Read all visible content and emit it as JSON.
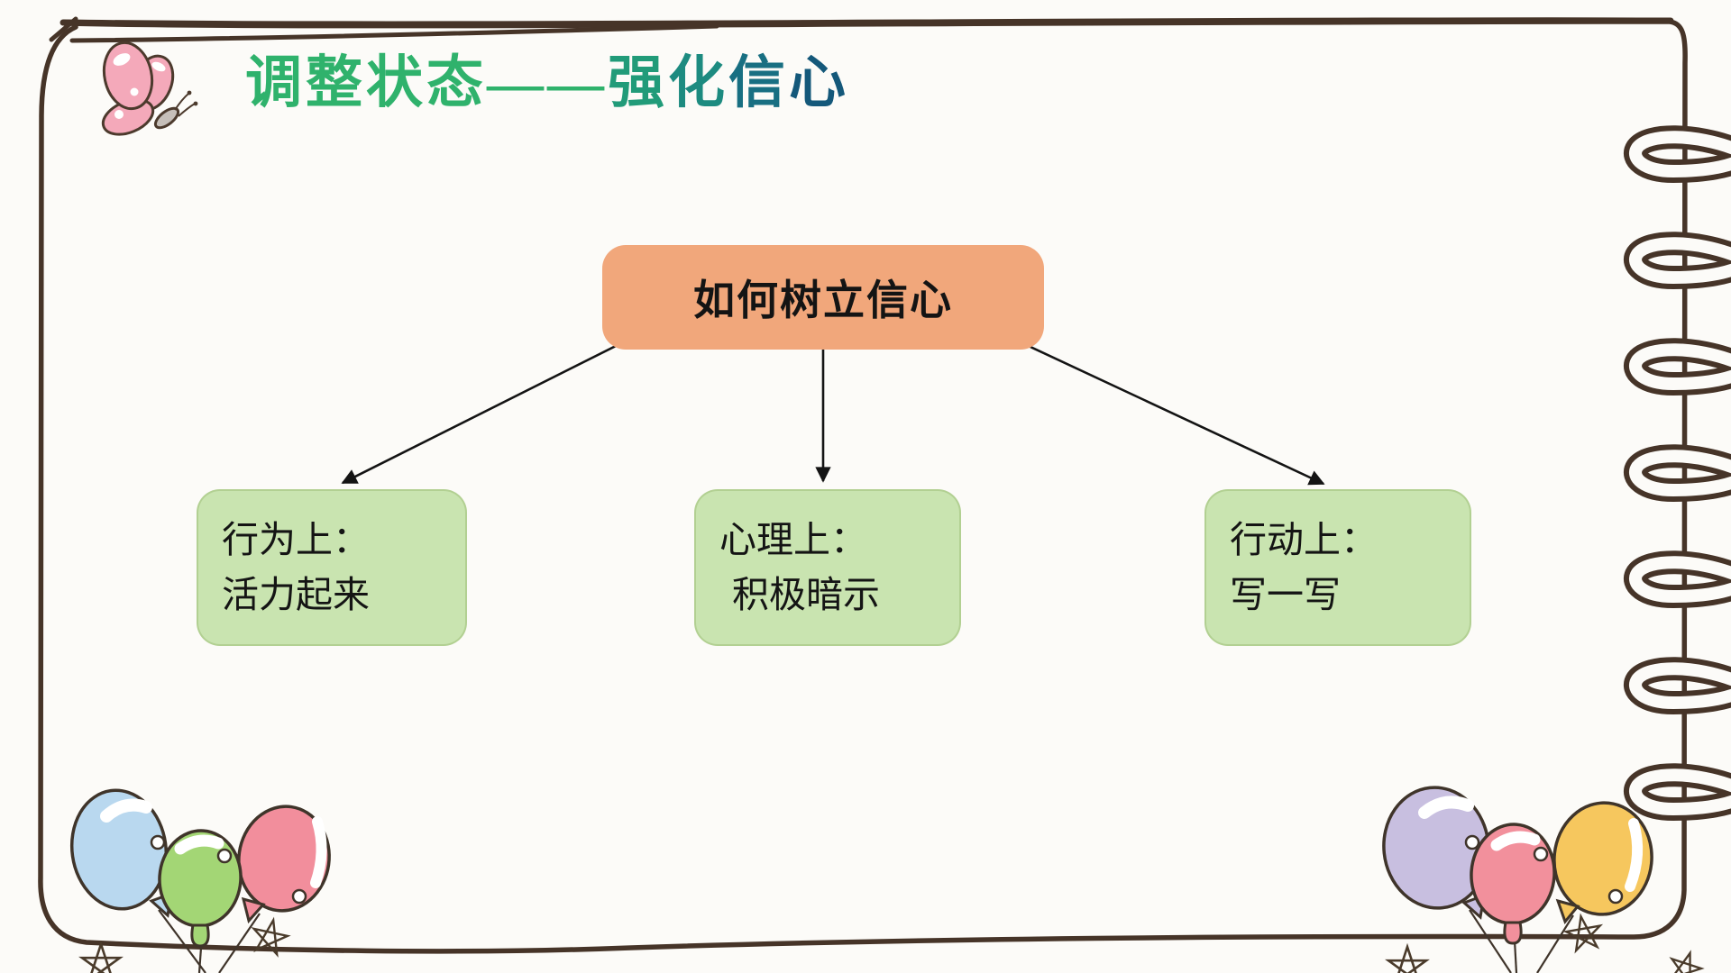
{
  "slide_title": {
    "parts": [
      {
        "text": "调整状态——",
        "color": "#2fb26c"
      },
      {
        "text": "强",
        "color": "#219b79"
      },
      {
        "text": "化",
        "color": "#1d8b80"
      },
      {
        "text": "信",
        "color": "#186f82"
      },
      {
        "text": "心",
        "color": "#14587a"
      }
    ]
  },
  "diagram": {
    "root": {
      "label": "如何树立信心",
      "fill": "#f1a77b"
    },
    "branches": [
      {
        "line1": "行为上：",
        "line2": "活力起来"
      },
      {
        "line1": "心理上：",
        "line2": "积极暗示"
      },
      {
        "line1": "行动上：",
        "line2": "写一写"
      }
    ],
    "branch_fill": "#c9e4b0",
    "connector_color": "#141414"
  },
  "decorations": {
    "frame_color": "#463428",
    "butterfly_icon": "pink-butterfly",
    "binding_icon": "spiral-notebook-rings",
    "balloons_left_colors": [
      "#b9d8ef",
      "#a3d675",
      "#f28e9c"
    ],
    "balloons_right_colors": [
      "#c8bfe0",
      "#f2909c",
      "#f6c75e"
    ]
  }
}
